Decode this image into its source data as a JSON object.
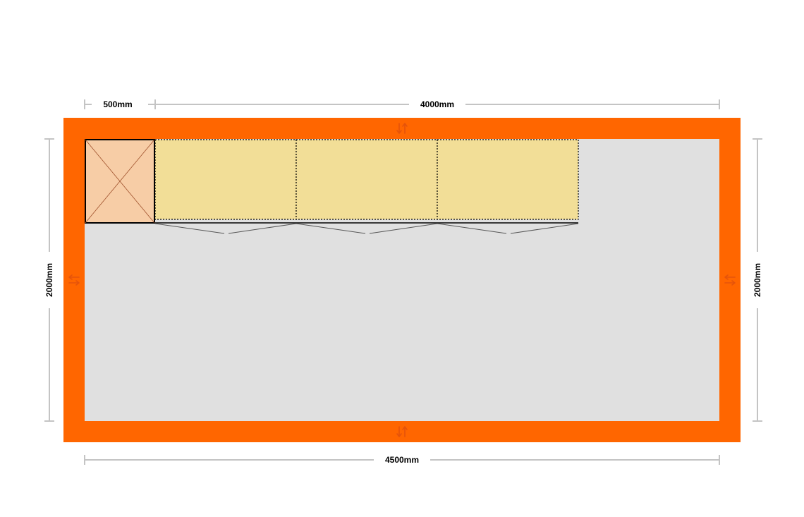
{
  "dimensions": {
    "top_left": "500mm",
    "top_right": "4000mm",
    "bottom": "4500mm",
    "left": "2000mm",
    "right": "2000mm"
  },
  "colors": {
    "frame": "#ff6600",
    "floor": "#e0e0e0",
    "corner_unit": "#f7cda6",
    "cabinet": "#f2de97",
    "dimension_line": "#c4c4c4",
    "arrow": "#e5530a"
  },
  "icons": {
    "frame_arrows": "double-arrow-icon",
    "corner_unit": "corner-cross-icon",
    "cabinet_door": "door-swing-icon"
  },
  "layout": {
    "corner_units": 1,
    "cabinets": 3
  }
}
